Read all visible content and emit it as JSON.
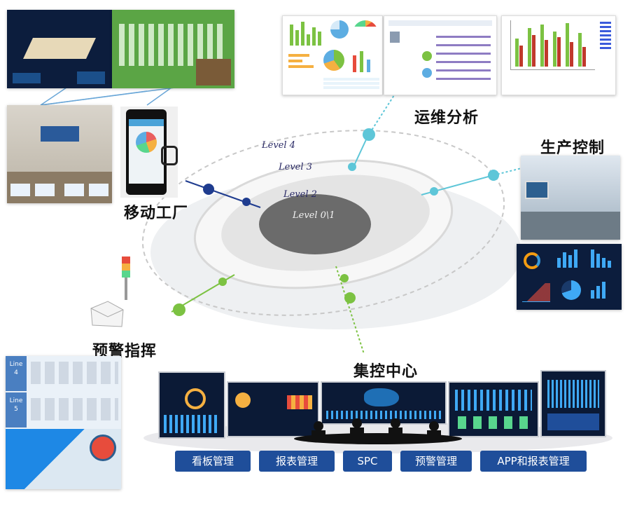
{
  "labels": {
    "mobile_factory": "移动工厂",
    "ops_analysis": "运维分析",
    "production_control": "生产控制",
    "alert_command": "预警指挥",
    "control_center": "集控中心"
  },
  "levels": [
    "Level 4",
    "Level 3",
    "Level 2",
    "Level 0\\1"
  ],
  "buttons": [
    "看板管理",
    "报表管理",
    "SPC",
    "预警管理",
    "APP和报表管理"
  ],
  "line_panel": {
    "line_a": "Line",
    "line_a_no": "4",
    "line_b": "Line",
    "line_b_no": "5"
  },
  "colors": {
    "level4_nodes": "#1f3c8f",
    "level3_nodes": "#5ec6d8",
    "level2_nodes": "#7cc242",
    "core": "#6b6b6b",
    "button_bg": "#1f4e9a"
  }
}
